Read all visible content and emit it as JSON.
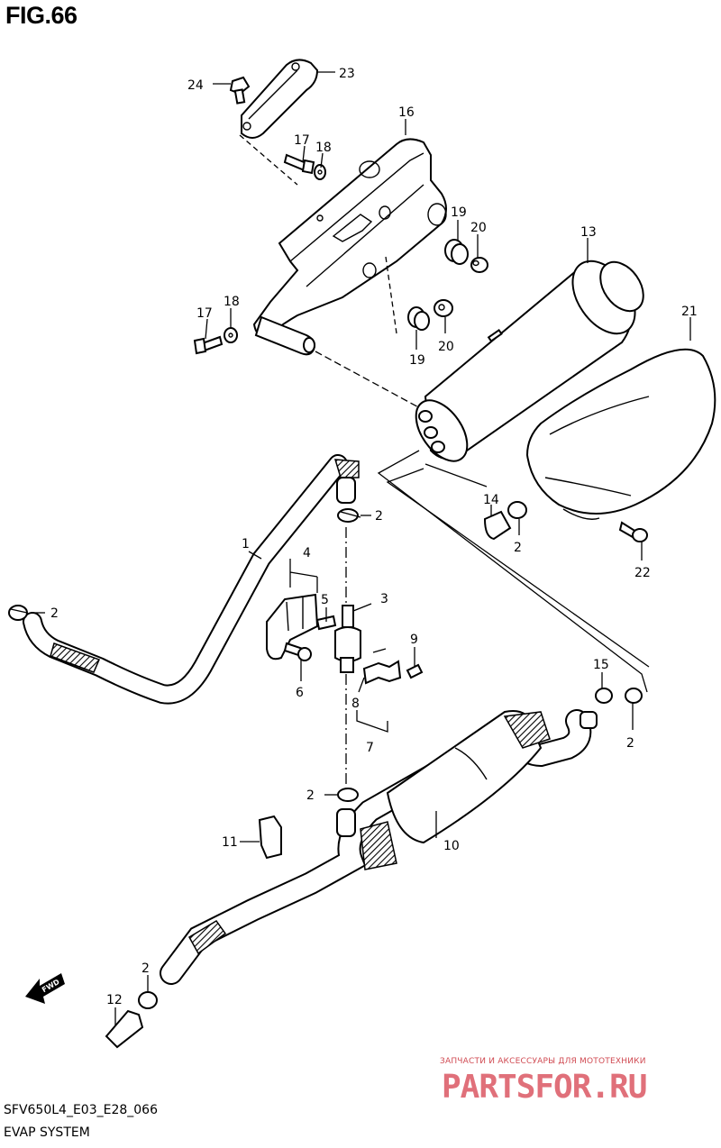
{
  "figure": {
    "title": "FIG.66",
    "model_code": "SFV650L4_E03_E28_066",
    "system_title": "EVAP SYSTEM",
    "direction_label": "FWD"
  },
  "watermark": {
    "tagline": "ЗАПЧАСТИ И АКСЕССУАРЫ ДЛЯ МОТОТЕХНИКИ",
    "brand": "PARTSFOR.RU",
    "color": "#e0707a"
  },
  "callouts": [
    {
      "id": "c24",
      "label": "24"
    },
    {
      "id": "c23",
      "label": "23"
    },
    {
      "id": "c16",
      "label": "16"
    },
    {
      "id": "c17a",
      "label": "17"
    },
    {
      "id": "c18a",
      "label": "18"
    },
    {
      "id": "c19a",
      "label": "19"
    },
    {
      "id": "c20a",
      "label": "20"
    },
    {
      "id": "c13",
      "label": "13"
    },
    {
      "id": "c17b",
      "label": "17"
    },
    {
      "id": "c18b",
      "label": "18"
    },
    {
      "id": "c19b",
      "label": "19"
    },
    {
      "id": "c20b",
      "label": "20"
    },
    {
      "id": "c21",
      "label": "21"
    },
    {
      "id": "c14",
      "label": "14"
    },
    {
      "id": "c2a",
      "label": "2"
    },
    {
      "id": "c2b",
      "label": "2"
    },
    {
      "id": "c22",
      "label": "22"
    },
    {
      "id": "c1",
      "label": "1"
    },
    {
      "id": "c4",
      "label": "4"
    },
    {
      "id": "c2c",
      "label": "2"
    },
    {
      "id": "c5",
      "label": "5"
    },
    {
      "id": "c3",
      "label": "3"
    },
    {
      "id": "c9",
      "label": "9"
    },
    {
      "id": "c6",
      "label": "6"
    },
    {
      "id": "c15",
      "label": "15"
    },
    {
      "id": "c8",
      "label": "8"
    },
    {
      "id": "c2d",
      "label": "2"
    },
    {
      "id": "c7",
      "label": "7"
    },
    {
      "id": "c2e",
      "label": "2"
    },
    {
      "id": "c10",
      "label": "10"
    },
    {
      "id": "c11",
      "label": "11"
    },
    {
      "id": "c2f",
      "label": "2"
    },
    {
      "id": "c12",
      "label": "12"
    }
  ]
}
